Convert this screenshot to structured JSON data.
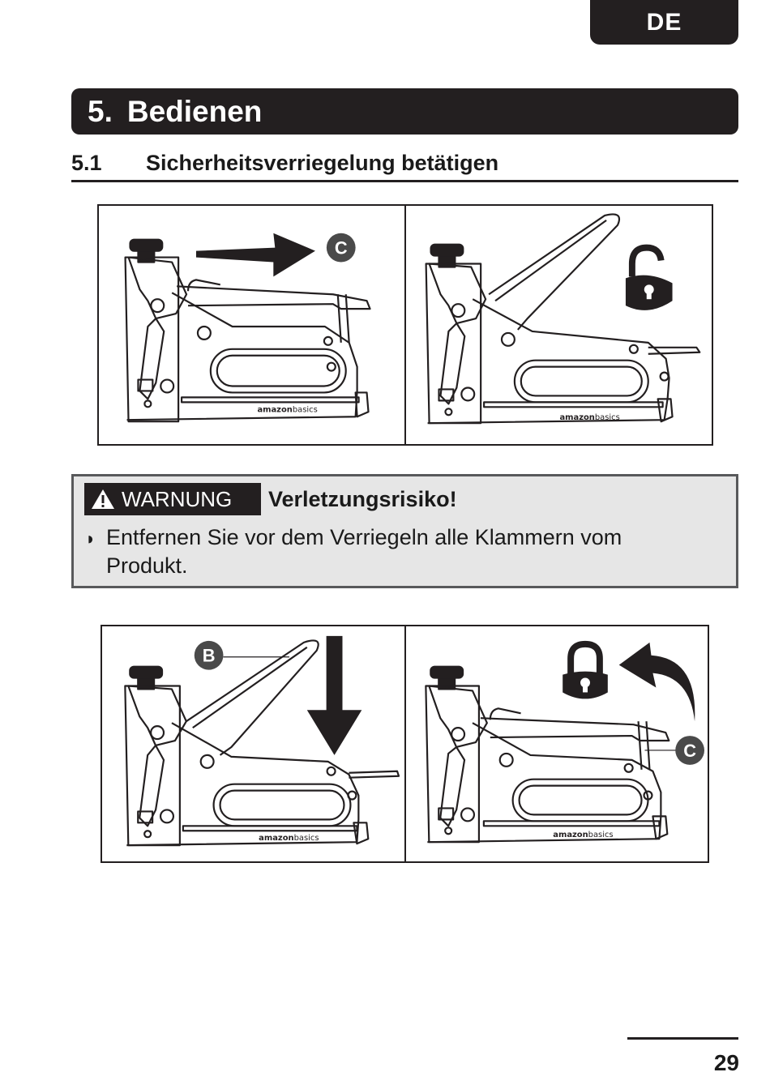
{
  "language_tab": "DE",
  "section": {
    "number": "5.",
    "title": "Bedienen"
  },
  "subsection": {
    "number": "5.1",
    "title": "Sicherheitsverriegelung betätigen"
  },
  "figure_top": {
    "left_panel": {
      "callout": "C",
      "logo": {
        "bold": "amazon",
        "normal": "basics"
      },
      "icons": [
        "arrow-right-icon"
      ]
    },
    "right_panel": {
      "logo": {
        "bold": "amazon",
        "normal": "basics"
      },
      "icons": [
        "unlocked-padlock-icon"
      ]
    }
  },
  "warning": {
    "label": "WARNUNG",
    "title": "Verletzungsrisiko!",
    "bullet": "◗",
    "text": "Entfernen Sie vor dem Verriegeln alle Klammern vom Produkt."
  },
  "figure_bottom": {
    "left_panel": {
      "callout": "B",
      "logo": {
        "bold": "amazon",
        "normal": "basics"
      },
      "icons": [
        "arrow-down-icon"
      ]
    },
    "right_panel": {
      "callout": "C",
      "logo": {
        "bold": "amazon",
        "normal": "basics"
      },
      "icons": [
        "locked-padlock-icon",
        "curved-arrow-left-icon"
      ]
    }
  },
  "page_number": "29",
  "colors": {
    "dark": "#231f20",
    "warning_bg": "#e6e6e6",
    "warning_border": "#58595b"
  }
}
